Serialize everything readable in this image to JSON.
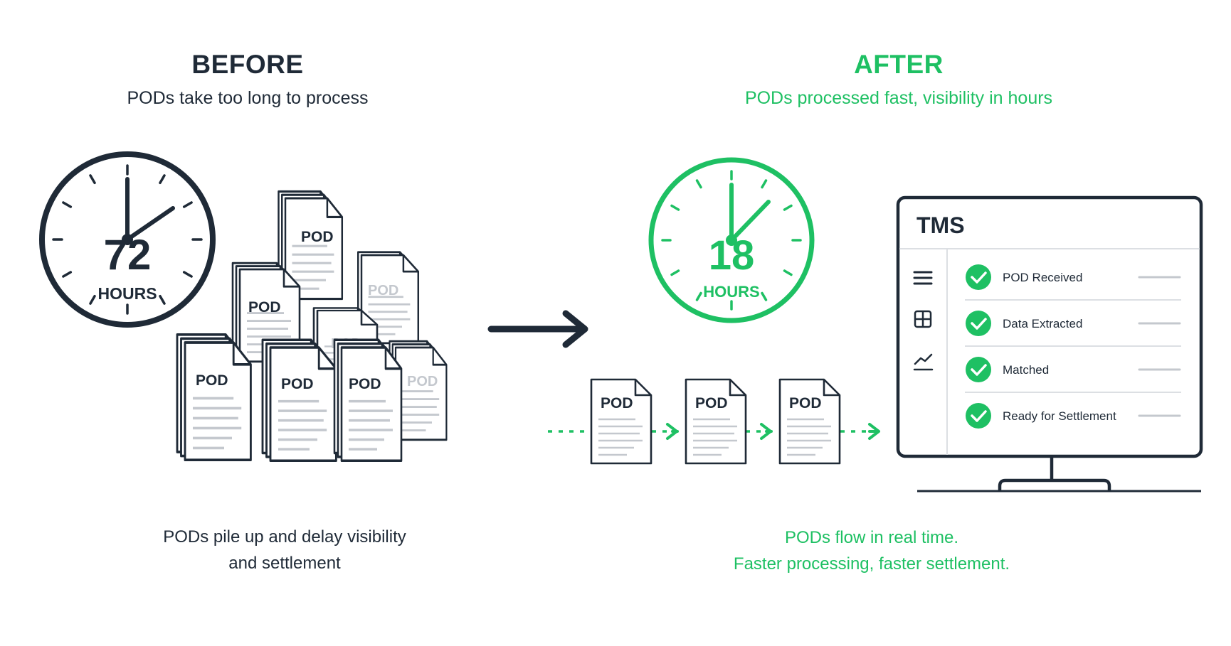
{
  "colors": {
    "navy": "#1f2a37",
    "green": "#1ec063",
    "gray_line": "#c4c8ce",
    "light_line": "#dcdfe3"
  },
  "before": {
    "title": "BEFORE",
    "subtitle": "PODs take too long to process",
    "clock_value": "72",
    "clock_unit": "HOURS",
    "doc_label": "POD",
    "caption_line1": "PODs pile up and delay visibility",
    "caption_line2": "and settlement"
  },
  "after": {
    "title": "AFTER",
    "subtitle": "PODs processed fast, visibility in hours",
    "clock_value": "18",
    "clock_unit": "HOURS",
    "doc_label": "POD",
    "caption_line1": "PODs flow in real time.",
    "caption_line2": "Faster processing, faster settlement."
  },
  "tms": {
    "title": "TMS",
    "sidebar_icons": [
      "menu-icon",
      "grid-icon",
      "chart-icon"
    ],
    "steps": [
      {
        "label": "POD Received",
        "icon": "check-icon"
      },
      {
        "label": "Data Extracted",
        "icon": "check-icon"
      },
      {
        "label": "Matched",
        "icon": "check-icon"
      },
      {
        "label": "Ready for Settlement",
        "icon": "check-icon"
      }
    ]
  }
}
